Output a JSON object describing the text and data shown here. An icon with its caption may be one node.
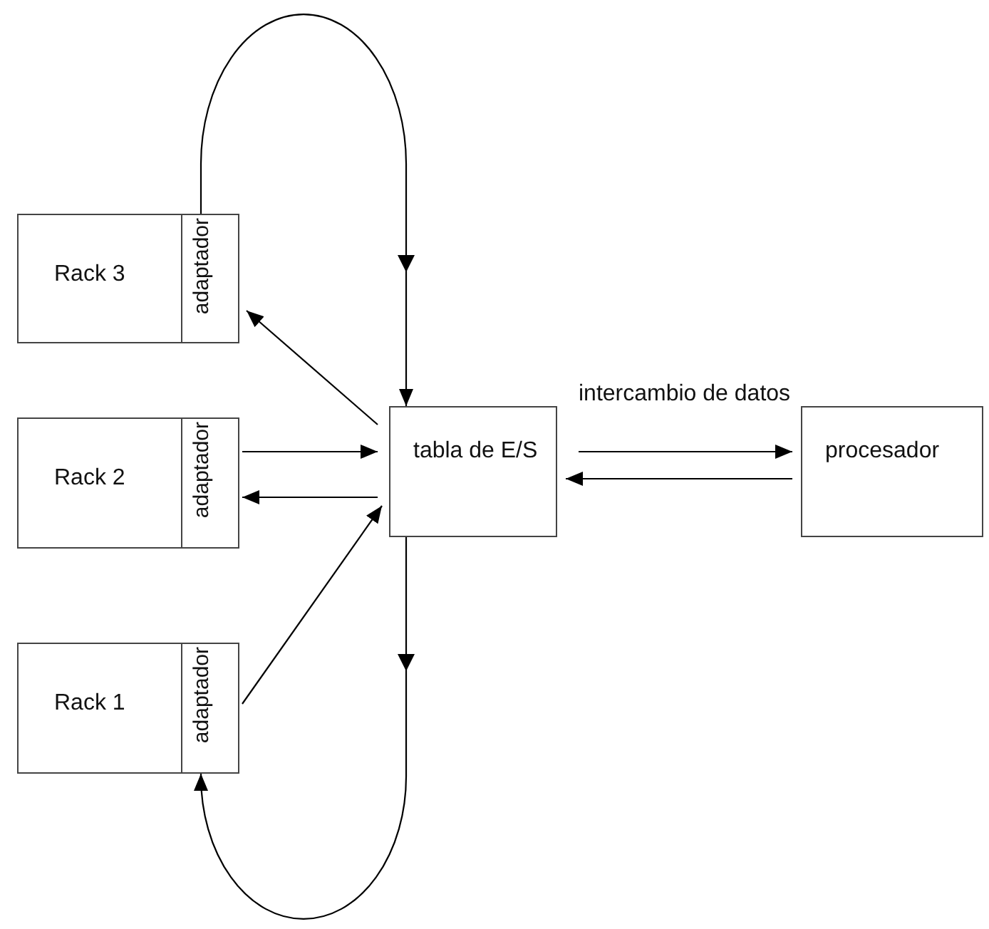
{
  "diagram": {
    "nodes": [
      {
        "text": [
          "Rack 3"
        ]
      },
      {
        "text": [
          "adaptador"
        ],
        "in": 0
      },
      {
        "text": [
          "Rack 2"
        ]
      },
      {
        "text": [
          "adaptador"
        ],
        "in": 2
      },
      {
        "text": [
          "Rack 1"
        ]
      },
      {
        "text": [
          "adaptador"
        ],
        "in": 4
      },
      {
        "text": [
          "tabla de E/S"
        ]
      },
      {
        "text": [
          "procesador"
        ]
      }
    ],
    "edges": [
      {
        "from": 1,
        "to": 6,
        "arrow": "to"
      },
      {
        "from": 6,
        "to": 1,
        "arrow": "to"
      },
      {
        "from": 3,
        "to": 6,
        "arrow": "to"
      },
      {
        "from": 6,
        "to": 3,
        "arrow": "to"
      },
      {
        "from": 5,
        "to": 6,
        "arrow": "to"
      },
      {
        "from": 6,
        "to": 5,
        "arrow": "to"
      },
      {
        "from": 6,
        "to": 7,
        "arrow": "to",
        "label": "intercambio de datos"
      },
      {
        "from": 7,
        "to": 6,
        "arrow": "to"
      }
    ]
  }
}
